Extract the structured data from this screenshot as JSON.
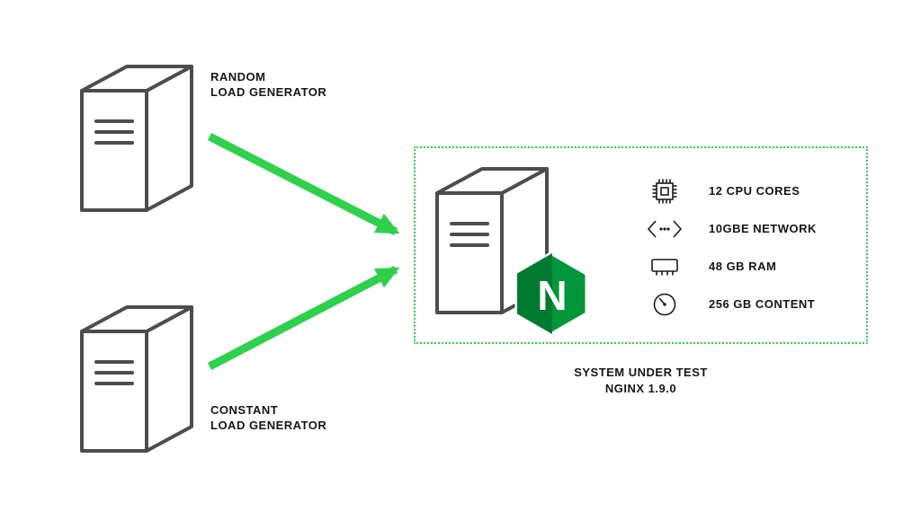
{
  "diagram": {
    "load_generators": [
      {
        "id": "random",
        "label": "RANDOM\nLOAD GENERATOR"
      },
      {
        "id": "constant",
        "label": "CONSTANT\nLOAD GENERATOR"
      }
    ],
    "system_under_test": {
      "caption_line1": "SYSTEM UNDER TEST",
      "caption_line2": "NGINX 1.9.0",
      "logo_letter": "N",
      "specs": [
        {
          "icon": "cpu-icon",
          "label": "12 CPU CORES"
        },
        {
          "icon": "network-icon",
          "label": "10GBE NETWORK"
        },
        {
          "icon": "ram-icon",
          "label": "48 GB RAM"
        },
        {
          "icon": "content-icon",
          "label": "256 GB CONTENT"
        }
      ]
    },
    "colors": {
      "arrow_green": "#2fd04c",
      "dotted_border_green": "#2fd04c",
      "nginx_green": "#009639",
      "nginx_green_dark": "#007a31",
      "server_stroke": "#4d4d4d",
      "text": "#161616"
    }
  }
}
